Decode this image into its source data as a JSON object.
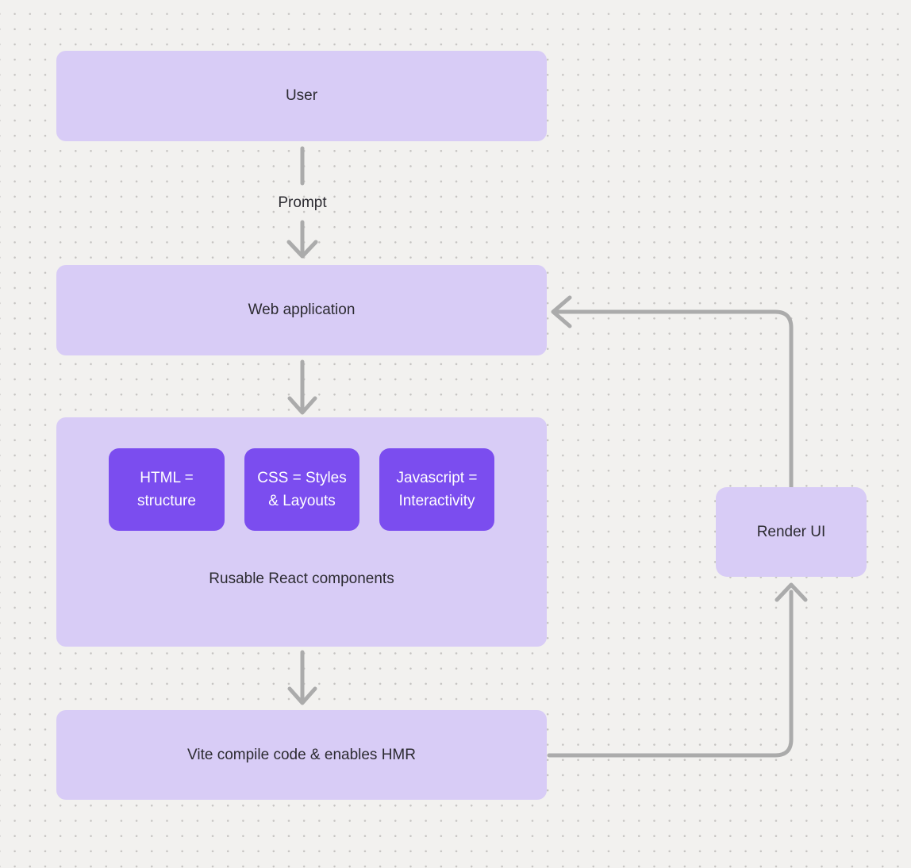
{
  "diagram": {
    "nodes": {
      "user": {
        "label": "User"
      },
      "web_application": {
        "label": "Web application"
      },
      "components_group": {
        "caption": "Rusable React components",
        "items": [
          {
            "label": "HTML = structure"
          },
          {
            "label": "CSS = Styles & Layouts"
          },
          {
            "label": "Javascript = Interactivity"
          }
        ]
      },
      "vite": {
        "label": "Vite compile code & enables HMR"
      },
      "render_ui": {
        "label": "Render UI"
      }
    },
    "edges": {
      "user_to_webapp_label": "Prompt"
    }
  },
  "colors": {
    "background": "#f2f1ef",
    "dot": "#c5c3c1",
    "node_fill": "#d8ccf6",
    "accent_fill": "#7b4def",
    "accent_text": "#ffffff",
    "text": "#2c2b31",
    "connector": "#ababab"
  }
}
